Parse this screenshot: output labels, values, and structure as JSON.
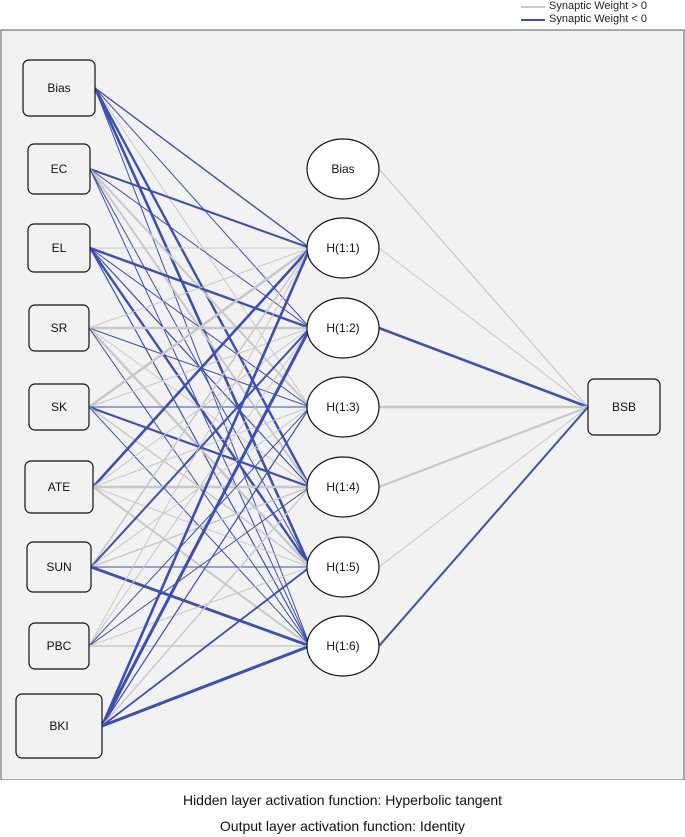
{
  "legend": {
    "positive_label": "Synaptic Weight > 0",
    "negative_label": "Synaptic Weight < 0",
    "positive_color": "#c8c8c8",
    "negative_color": "#3d4fb0"
  },
  "diagram": {
    "input_nodes": [
      "Bias",
      "EC",
      "EL",
      "SR",
      "SK",
      "ATE",
      "SUN",
      "PBC",
      "BKI"
    ],
    "hidden_nodes": [
      "Bias",
      "H(1:1)",
      "H(1:2)",
      "H(1:3)",
      "H(1:4)",
      "H(1:5)",
      "H(1:6)"
    ],
    "output_nodes": [
      "BSB"
    ]
  },
  "footer": {
    "hidden_activation": "Hidden layer activation function: Hyperbolic tangent",
    "output_activation": "Output layer activation function: Identity"
  }
}
